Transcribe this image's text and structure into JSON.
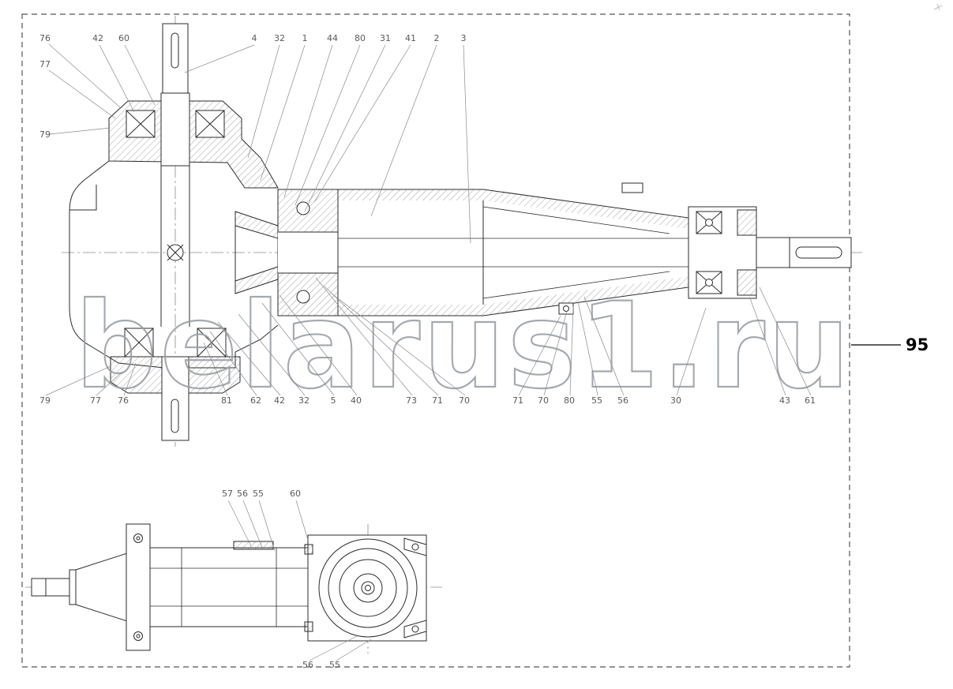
{
  "figure": {
    "ref_label": "95",
    "watermark": "belarus1.ru"
  },
  "callouts": {
    "upper_left_column": [
      "76",
      "77",
      "79"
    ],
    "upper_left_row": [
      "42",
      "60"
    ],
    "top_row": [
      "4",
      "32",
      "1",
      "44",
      "80",
      "31",
      "41",
      "2",
      "3"
    ],
    "bottom_row": [
      "79",
      "77",
      "76",
      "81",
      "62",
      "42",
      "32",
      "5",
      "40",
      "73",
      "71",
      "70",
      "71",
      "70",
      "80",
      "55",
      "56",
      "30",
      "43",
      "61"
    ],
    "side_view_top_row": [
      "57",
      "56",
      "55",
      "60"
    ],
    "side_view_bottom_row": [
      "56",
      "55"
    ]
  }
}
